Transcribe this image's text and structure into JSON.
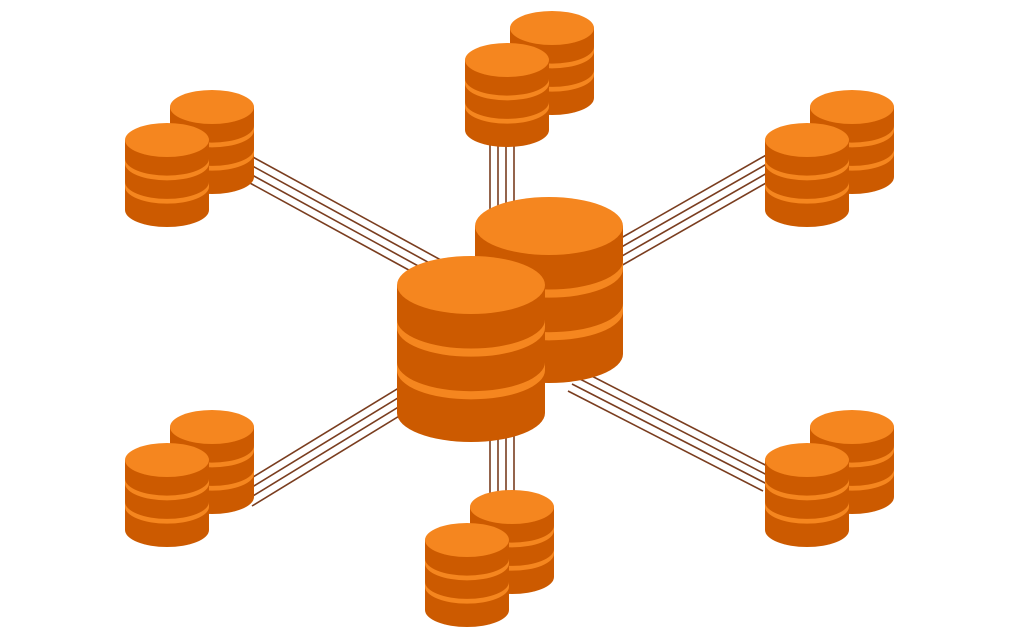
{
  "colors": {
    "top": "#f5861f",
    "band": "#f5861f",
    "side": "#cc5a00",
    "line": "#7a3d1f",
    "background": "#ffffff"
  },
  "diagram": {
    "hub": {
      "name": "central-database-cluster",
      "cylinders": 2,
      "tiers": 3
    },
    "nodes": [
      {
        "name": "top-database-pair",
        "cylinders": 2,
        "tiers": 3
      },
      {
        "name": "top-left-database-pair",
        "cylinders": 2,
        "tiers": 3
      },
      {
        "name": "top-right-database-pair",
        "cylinders": 2,
        "tiers": 3
      },
      {
        "name": "bottom-left-database-pair",
        "cylinders": 2,
        "tiers": 3
      },
      {
        "name": "bottom-right-database-pair",
        "cylinders": 2,
        "tiers": 3
      },
      {
        "name": "bottom-database-pair",
        "cylinders": 2,
        "tiers": 3
      }
    ],
    "lines_per_link": 4
  }
}
